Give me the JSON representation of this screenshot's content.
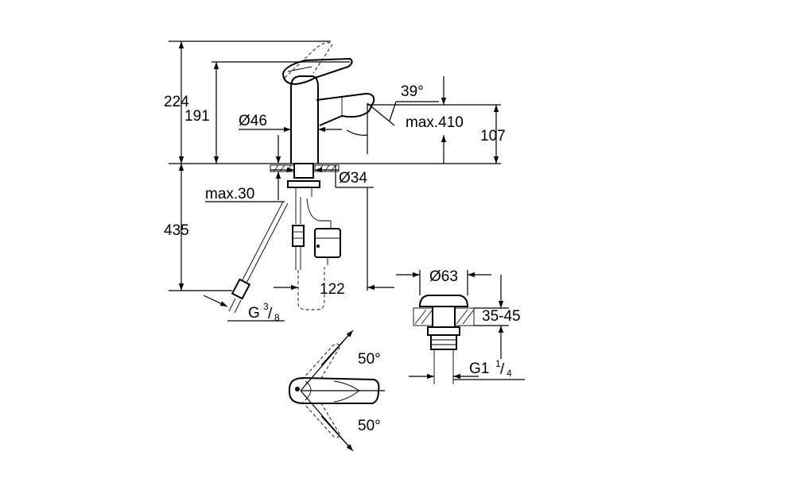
{
  "labels": {
    "height_total": "224",
    "height_spout": "191",
    "dia_body": "Ø46",
    "angle_spout": "39°",
    "reach": "max.410",
    "spout_clearance": "107",
    "dia_hole": "Ø34",
    "max_deck": "max.30",
    "hose_length": "435",
    "offset": "122",
    "connection_main": "G",
    "connection_num": "3",
    "connection_den": "8",
    "waste_dia": "Ø63",
    "waste_range": "35-45",
    "waste_thread_main": "G1",
    "waste_thread_num": "1",
    "waste_thread_den": "4",
    "swivel_top": "50°",
    "swivel_bottom": "50°"
  }
}
